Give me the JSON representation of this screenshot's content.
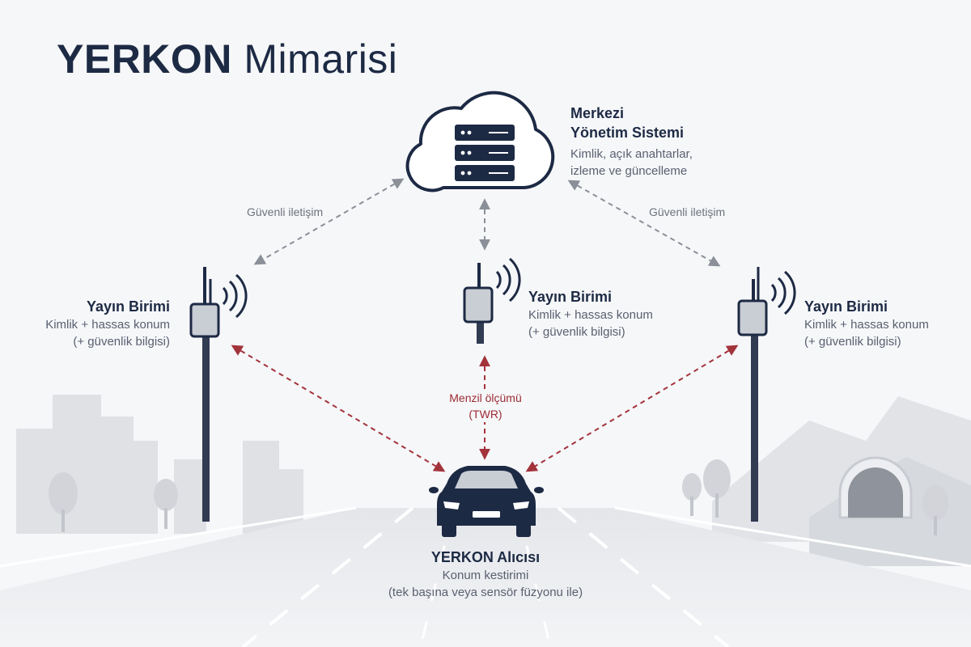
{
  "title": {
    "bold": "YERKON",
    "light": "Mimarisi"
  },
  "central": {
    "title_line1": "Merkezi",
    "title_line2": "Yönetim Sistemi",
    "desc_line1": "Kimlik, açık anahtarlar,",
    "desc_line2": "izleme ve güncelleme",
    "icon": "cloud-server-icon"
  },
  "links": {
    "left_label": "Güvenli iletişim",
    "right_label": "Güvenli iletişim"
  },
  "units": [
    {
      "title": "Yayın Birimi",
      "desc_line1": "Kimlik + hassas konum",
      "desc_line2": "(+ güvenlik bilgisi)"
    },
    {
      "title": "Yayın Birimi",
      "desc_line1": "Kimlik + hassas konum",
      "desc_line2": "(+ güvenlik bilgisi)"
    },
    {
      "title": "Yayın Birimi",
      "desc_line1": "Kimlik + hassas konum",
      "desc_line2": "(+ güvenlik bilgisi)"
    }
  ],
  "measurement": {
    "line1": "Menzil ölçümü",
    "line2": "(TWR)"
  },
  "receiver": {
    "title": "YERKON Alıcısı",
    "desc_line1": "Konum kestirimi",
    "desc_line2": "(tek başına veya sensör füzyonu ile)",
    "icon": "car-icon"
  },
  "colors": {
    "navy": "#1d2a44",
    "secure_link": "#8a8f98",
    "measurement_link": "#a3333b",
    "background": "#f6f7f9"
  }
}
